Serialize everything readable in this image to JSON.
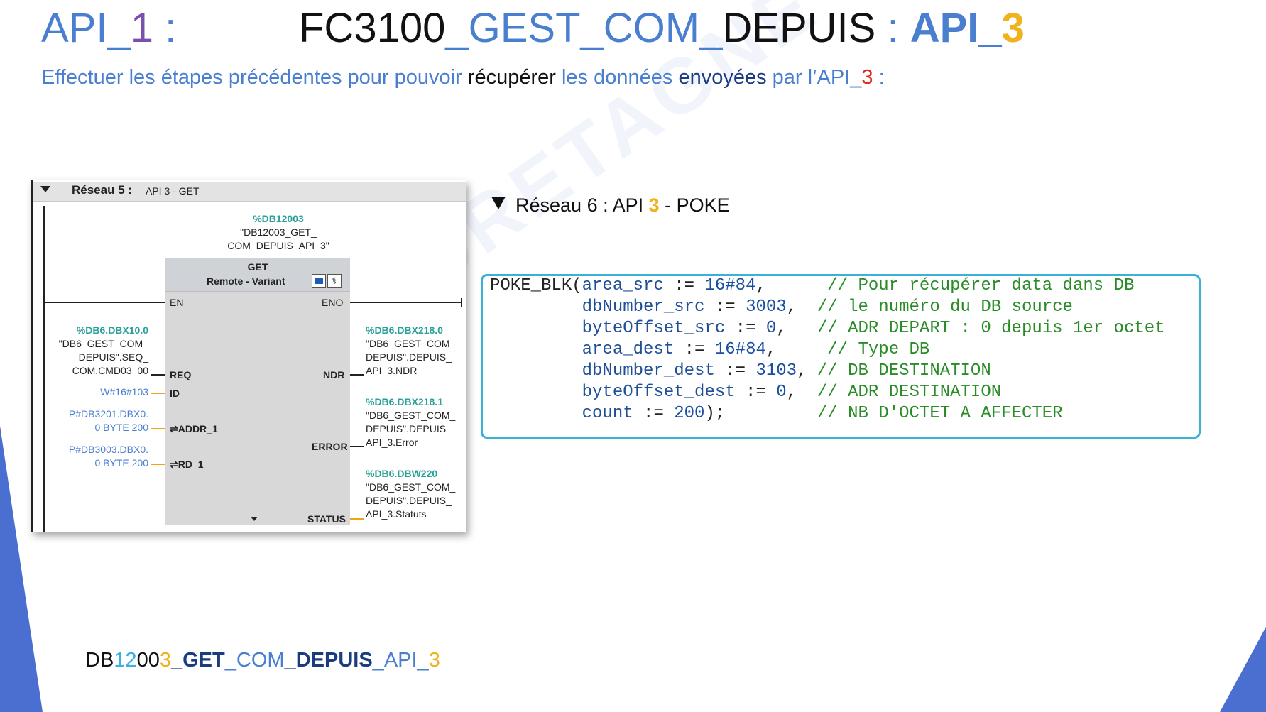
{
  "header": {
    "left_prefix": "API_",
    "left_num": "1",
    "left_sep": " :",
    "fc": "FC3100",
    "fc_u1": "_",
    "fc_gest": "GEST",
    "fc_u2": "_",
    "fc_com": "COM",
    "fc_u3": "_",
    "fc_depuis": "DEPUIS",
    "fc_colon": " : ",
    "fc_api": "API_",
    "fc_num": "3"
  },
  "subtitle": {
    "part1": "Effectuer les étapes précédentes pour pouvoir ",
    "part2": "récupérer",
    "part3": " les données ",
    "part4": "envoyées",
    "part5": " par l’API_",
    "part6": "3",
    "part7": " :"
  },
  "watermark": "AEI BRETAGNE OUEST",
  "network5": {
    "label": "Réseau 5 :",
    "comment": "API 3 - GET",
    "instance_addr": "%DB12003",
    "instance_name_1": "\"DB12003_GET_",
    "instance_name_2": "COM_DEPUIS_API_3\"",
    "block_type": "GET",
    "block_variant": "Remote  -  Variant",
    "pins": {
      "en": "EN",
      "eno": "ENO",
      "req": "REQ",
      "id": "ID",
      "addr1": "⇌ADDR_1",
      "rd1": "⇌RD_1",
      "ndr": "NDR",
      "error": "ERROR",
      "status": "STATUS"
    },
    "inputs": {
      "req_addr": "%DB6.DBX10.0",
      "req_name": [
        "\"DB6_GEST_COM_",
        "DEPUIS\".SEQ_",
        "COM.CMD03_00"
      ],
      "id_value": "W#16#103",
      "addr1_value": [
        "P#DB3201.DBX0.",
        "0 BYTE 200"
      ],
      "rd1_value": [
        "P#DB3003.DBX0.",
        "0 BYTE 200"
      ]
    },
    "outputs": {
      "ndr_addr": "%DB6.DBX218.0",
      "ndr_name": [
        "\"DB6_GEST_COM_",
        "DEPUIS\".DEPUIS_",
        "API_3.NDR"
      ],
      "error_addr": "%DB6.DBX218.1",
      "error_name": [
        "\"DB6_GEST_COM_",
        "DEPUIS\".DEPUIS_",
        "API_3.Error"
      ],
      "status_addr": "%DB6.DBW220",
      "status_name": [
        "\"DB6_GEST_COM_",
        "DEPUIS\".DEPUIS_",
        "API_3.Statuts"
      ]
    }
  },
  "network6": {
    "prefix": "Réseau 6 : API ",
    "num": "3",
    "suffix": " - POKE"
  },
  "code": {
    "l1_fn": "POKE_BLK(",
    "l1_param": "area_src",
    "l1_op": " := ",
    "l1_val": "16#84",
    "l1_end": ",      ",
    "l1_cmt": "// Pour récupérer data dans DB",
    "l2_param": "         dbNumber_src",
    "l2_op": " := ",
    "l2_val": "3003",
    "l2_end": ",  ",
    "l2_cmt": "// le numéro du DB source",
    "l3_param": "         byteOffset_src",
    "l3_op": " := ",
    "l3_val": "0",
    "l3_end": ",   ",
    "l3_cmt": "// ADR DEPART : 0 depuis 1er octet",
    "l4_param": "         area_dest",
    "l4_op": " := ",
    "l4_val": "16#84",
    "l4_end": ",     ",
    "l4_cmt": "// Type DB",
    "l5_param": "         dbNumber_dest",
    "l5_op": " := ",
    "l5_val": "3103",
    "l5_end": ", ",
    "l5_cmt": "// DB DESTINATION",
    "l6_param": "         byteOffset_dest",
    "l6_op": " := ",
    "l6_val": "0",
    "l6_end": ",  ",
    "l6_cmt": "// ADR DESTINATION",
    "l7_param": "         count",
    "l7_op": " := ",
    "l7_val": "200",
    "l7_end": ");         ",
    "l7_cmt": "// NB D'OCTET A AFFECTER"
  },
  "footer": {
    "db": "DB",
    "n1": "12",
    "n2": "00",
    "n3": "3",
    "u1": "_",
    "get": "GET",
    "u2": "_",
    "com": "COM",
    "u3": "_",
    "depuis": "DEPUIS",
    "u4": "_",
    "api": "API_",
    "num": "3"
  },
  "colors": {
    "title_blue": "#4a7fd0",
    "accent_gold": "#f0b21d",
    "accent_red": "#e0281e",
    "code_border": "#3bb0d8",
    "comment_green": "#2a8c28"
  }
}
